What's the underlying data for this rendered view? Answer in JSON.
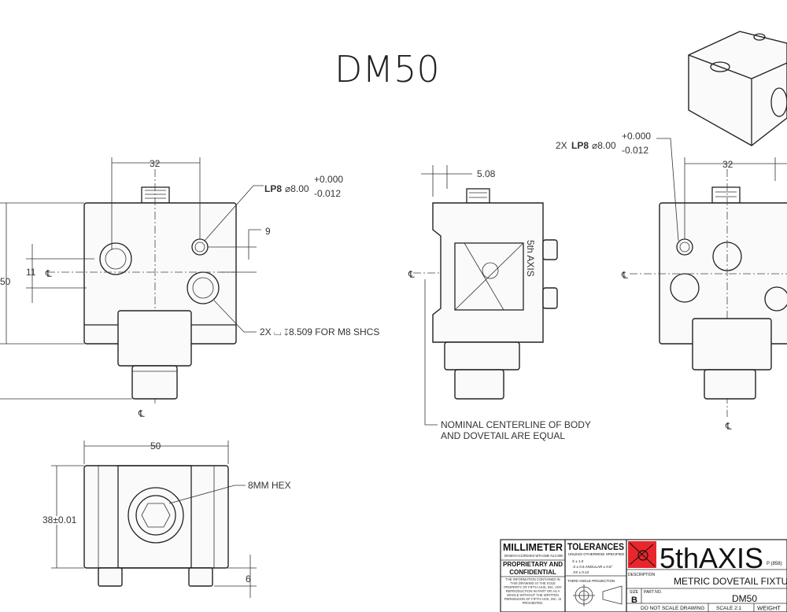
{
  "drawing": {
    "title": "DM50",
    "centerline_symbol": "℄",
    "front_view": {
      "width_dim": "32",
      "height_dim": "50",
      "offset_dim": "11",
      "small_dim": "9",
      "pin_callout": "LP8",
      "pin_dia": "⌀8.00",
      "tol_plus": "+0.000",
      "tol_minus": "-0.012",
      "hole_callout": "2X ⌴ ↧8.509 FOR M8 SHCS"
    },
    "side_view": {
      "offset_dim": "5.08",
      "note_line1": "NOMINAL CENTERLINE OF BODY",
      "note_line2": "AND DOVETAIL ARE EQUAL",
      "logo_text": "5th AXIS"
    },
    "right_view": {
      "pin_callout_prefix": "2X",
      "pin_callout": "LP8",
      "pin_dia": "⌀8.00",
      "tol_plus": "+0.000",
      "tol_minus": "-0.012",
      "width_dim": "32"
    },
    "bottom_view": {
      "width_dim": "50",
      "height_dim": "38±0.01",
      "hex_note": "8MM HEX",
      "peg_dim": "6"
    }
  },
  "title_block": {
    "units": "MILLIMETER",
    "drawn_note": "DRAWN IN ACCORDANCE WITH ASME Y14.5-2009",
    "proprietary": "PROPRIETARY AND CONFIDENTIAL",
    "confidential_note": "THE INFORMATION CONTAINED IN THIS DRAWING IS THE SOLE PROPERTY OF FIFTH AXIS, INC. ANY REPRODUCTION IN PART OR AS A WHOLE WITHOUT THE WRITTEN PERMISSION OF FIFTH AXIS, INC. IS PROHIBITED.",
    "tolerances": "TOLERANCES",
    "tol_note": "UNLESS OTHERWISE SPECIFIED",
    "tol_1": "X ± 1.0",
    "tol_2": ".X ± 0.5   ANGULAR ± 0.5°",
    "tol_3": ".XX ± 0.13",
    "projection": "THIRD ANGLE PROJECTION",
    "company": "5thAXIS",
    "phone": "P (858)",
    "description_label": "DESCRIPTION",
    "description": "METRIC DOVETAIL FIXTURE,",
    "size_label": "SIZE",
    "size": "B",
    "part_label": "PART NO.",
    "part_no": "DM50",
    "no_scale": "DO NOT SCALE DRAWING",
    "scale": "SCALE 2:1",
    "weight": "WEIGHT",
    "brand_color": "#e8262b"
  }
}
